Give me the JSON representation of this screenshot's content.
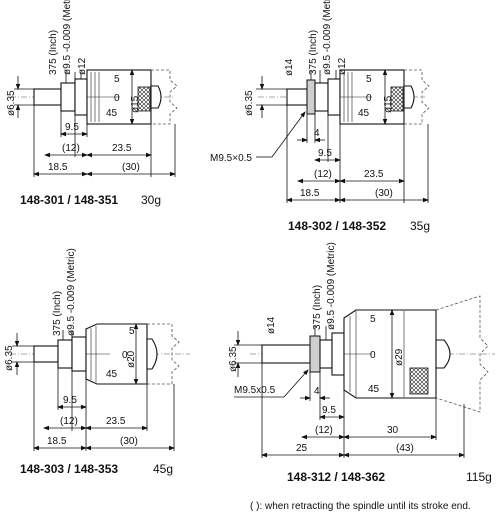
{
  "note": "( ): when retracting the spindle until its stroke end.",
  "views": [
    {
      "model": "148-301 / 148-351",
      "weight": "30g",
      "labels": {
        "spindle_dia": "ø6.35",
        "stem_inch": "375 (Inch)",
        "stem_metric": "ø9.5 -0.009 (Metric)",
        "sleeve_dia": "ø12",
        "thimble_dia": "ø15",
        "scale_top": "5",
        "scale_mid": "0",
        "scale_bottom": "45",
        "d_9_5": "9.5",
        "d_12": "(12)",
        "d_23_5": "23.5",
        "d_18_5": "18.5",
        "d_30": "(30)"
      }
    },
    {
      "model": "148-302 / 148-352",
      "weight": "35g",
      "labels": {
        "spindle_dia": "ø6.35",
        "nut_dia": "ø14",
        "stem_inch": "375 (Inch)",
        "stem_metric": "ø9.5 -0.009 (Metric)",
        "sleeve_dia": "ø12",
        "thimble_dia": "ø15",
        "scale_top": "5",
        "scale_mid": "0",
        "scale_bottom": "45",
        "thread": "M9.5×0.5",
        "d_4": "4",
        "d_9_5": "9.5",
        "d_12": "(12)",
        "d_23_5": "23.5",
        "d_18_5": "18.5",
        "d_30": "(30)"
      }
    },
    {
      "model": "148-303 / 148-353",
      "weight": "45g",
      "labels": {
        "spindle_dia": "ø6.35",
        "stem_inch": "375 (Inch)",
        "stem_metric": "ø9.5 -0.009 (Metric)",
        "thimble_dia": "ø20",
        "scale_top": "5",
        "scale_mid": "0",
        "scale_bottom": "45",
        "d_9_5": "9.5",
        "d_12": "(12)",
        "d_23_5": "23.5",
        "d_18_5": "18.5",
        "d_30": "(30)"
      }
    },
    {
      "model": "148-312 / 148-362",
      "weight": "115g",
      "labels": {
        "spindle_dia": "ø6.35",
        "nut_dia": "ø14",
        "stem_inch": "375 (Inch)",
        "stem_metric": "ø9.5 -0.009 (Metric)",
        "thimble_dia": "ø29",
        "scale_top": "5",
        "scale_mid": "0",
        "scale_bottom": "45",
        "thread": "M9.5x0.5",
        "d_4": "4",
        "d_9_5": "9.5",
        "d_12": "(12)",
        "d_30": "30",
        "d_25": "25",
        "d_43": "(43)"
      }
    }
  ]
}
